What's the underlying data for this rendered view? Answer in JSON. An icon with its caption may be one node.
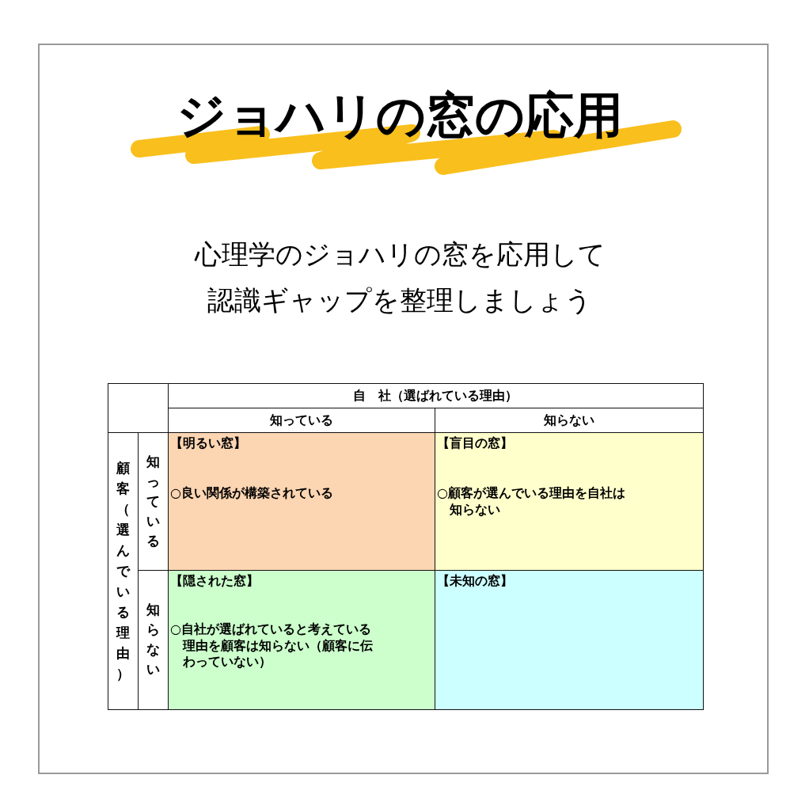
{
  "diagram": {
    "title": "ジョハリの窓の応用",
    "labels": [
      "心理学のジョハリの窓を応用して認識ギャップを整理しましょう",
      "自　社（選ばれている理由）",
      "知っている",
      "知らない",
      "顧客（選んでいる理由）",
      "知っている",
      "【明るい窓】",
      "○良い関係が構築されている",
      "【盲目の窓】",
      "○顧客が選んでいる理由を自社は知らない",
      "知らない",
      "【隠された窓】",
      "○自社が選ばれていると考えている理由を顧客は知らない（顧客に伝わっていない）",
      "【未知の窓】"
    ]
  }
}
